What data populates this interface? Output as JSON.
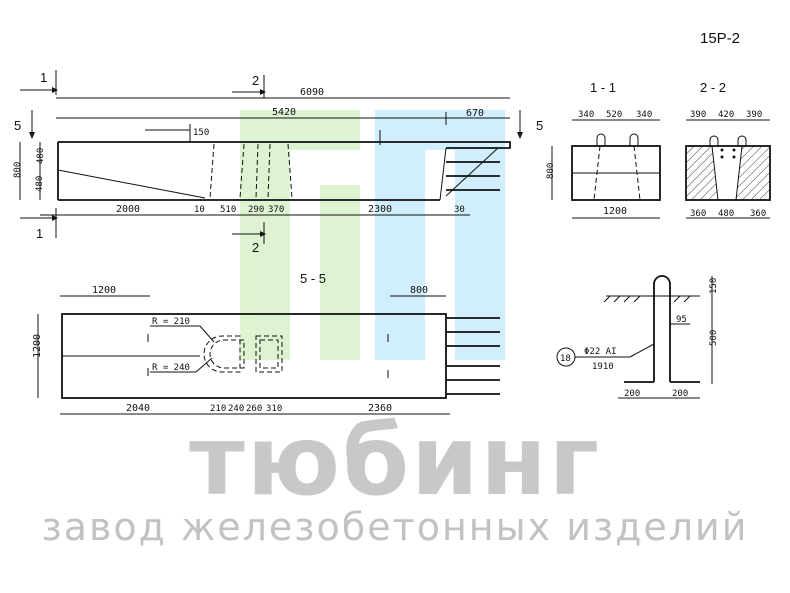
{
  "sheet_code": "15Р-2",
  "brand": {
    "name": "тюбинг",
    "subtitle": "завод железобетонных изделий",
    "logo_colors": [
      "#d9f2c9",
      "#c8ecfb"
    ]
  },
  "plan_view": {
    "markers": {
      "cut1": "1",
      "cut2": "2",
      "cut5": "5"
    },
    "dims": {
      "overall": "6090",
      "inner": "5420",
      "end": "670",
      "top_small": "150",
      "h_total": "800",
      "h_upper": "480",
      "h_lower": "480",
      "seg_left": "2000",
      "seg_a": "10",
      "seg_b": "510",
      "seg_c": "290",
      "seg_d": "370",
      "seg_right": "2300",
      "seg_end": "30"
    }
  },
  "section_1_1": {
    "title": "1 - 1",
    "dims": {
      "a": "340",
      "b": "520",
      "c": "340",
      "width": "1200",
      "height": "800"
    }
  },
  "section_2_2": {
    "title": "2 - 2",
    "dims": {
      "a": "390",
      "b": "420",
      "c": "390",
      "d": "360",
      "e": "480",
      "f": "360"
    }
  },
  "section_5_5": {
    "title": "5 - 5",
    "dims": {
      "left_top": "1200",
      "right_top": "800",
      "height": "1200",
      "r1": "R = 210",
      "r2": "R = 240",
      "seg_left": "2040",
      "seg_a": "210",
      "seg_b": "240",
      "seg_c": "260",
      "seg_d": "310",
      "seg_right": "2360"
    }
  },
  "loop_detail": {
    "callout": "18",
    "bar": "Φ22 АI",
    "bar_length": "1910",
    "dims": {
      "top": "150",
      "height": "500",
      "offset": "95",
      "foot_left": "200",
      "foot_right": "200"
    }
  }
}
